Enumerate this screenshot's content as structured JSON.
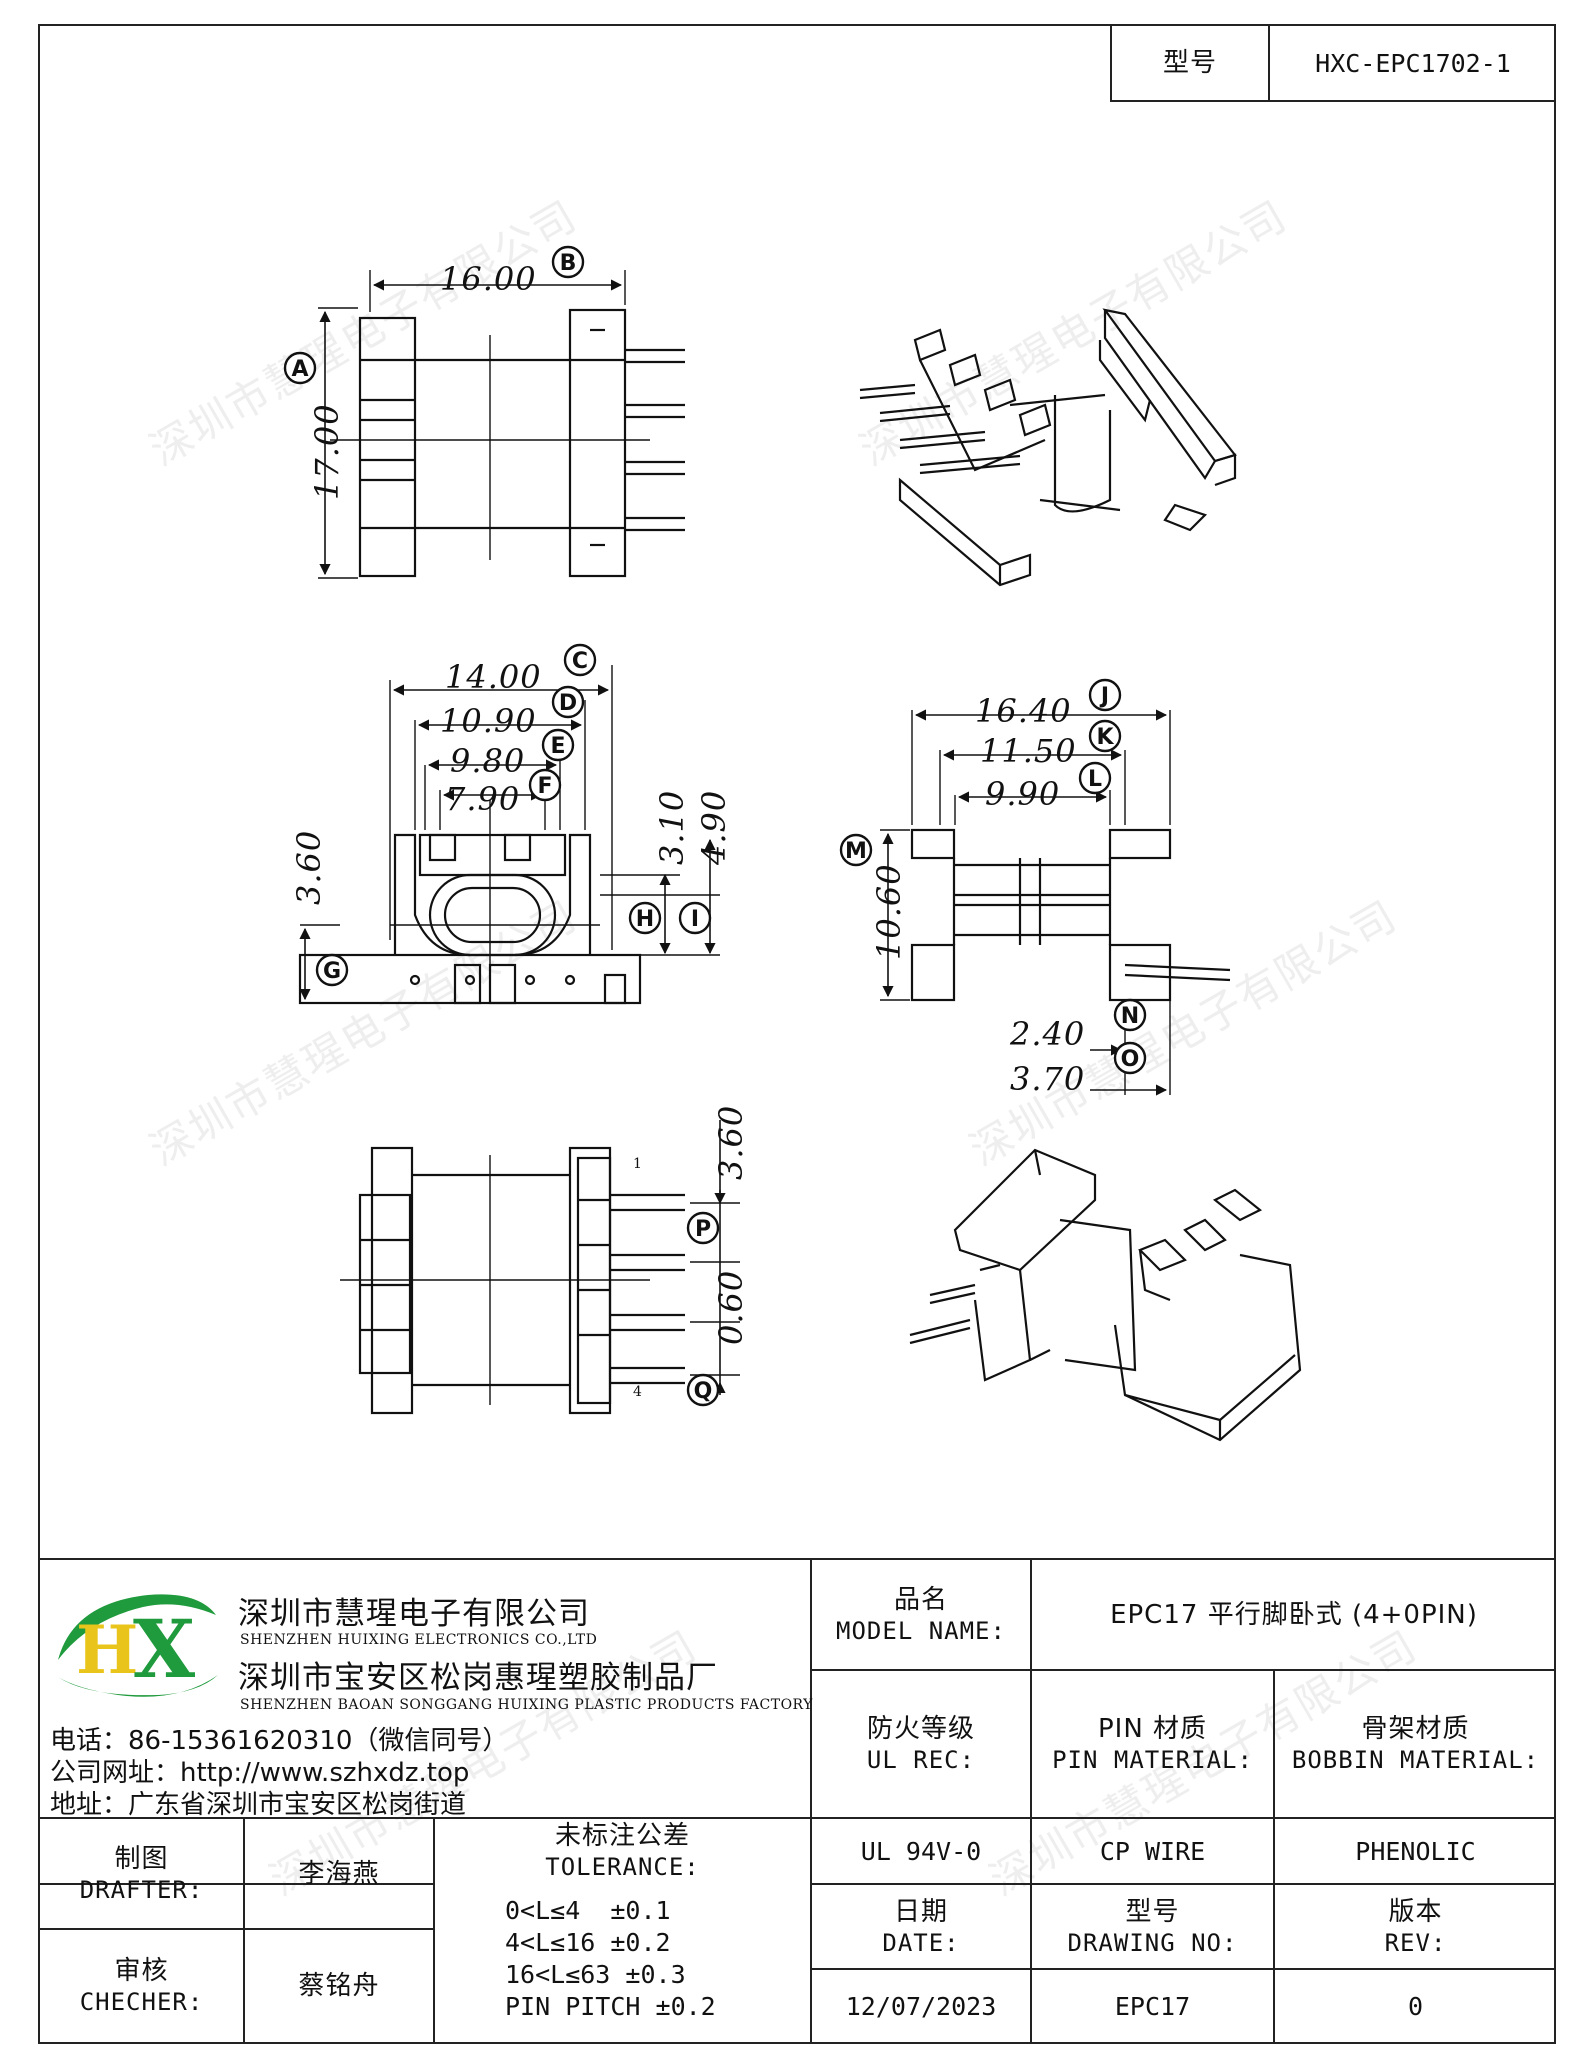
{
  "header": {
    "model_label": "型号",
    "model_value": "HXC-EPC1702-1"
  },
  "company": {
    "name_cn": "深圳市慧瑆电子有限公司",
    "name_en": "SHENZHEN HUIXING ELECTRONICS CO.,LTD",
    "factory_cn": "深圳市宝安区松岗惠瑆塑胶制品厂",
    "factory_en": "SHENZHEN BAOAN SONGGANG HUIXING PLASTIC PRODUCTS FACTORY",
    "phone": "电话：86-15361620310（微信同号）",
    "website": "公司网址：http://www.szhxdz.top",
    "address": "地址：广东省深圳市宝安区松岗街道",
    "logo_letters": "HX",
    "colors": {
      "logo_green": "#1f9a3c",
      "logo_yellow": "#e9c41a"
    }
  },
  "watermark": "深圳市慧瑆电子有限公司",
  "table": {
    "model_name_cn": "品名",
    "model_name_en": "MODEL NAME:",
    "model_name_value": "EPC17 平行脚卧式 (4+0PIN)",
    "ul_cn": "防火等级",
    "ul_en": "UL REC:",
    "pin_cn": "PIN 材质",
    "pin_en": "PIN MATERIAL:",
    "bobbin_cn": "骨架材质",
    "bobbin_en": "BOBBIN MATERIAL:",
    "ul_value": "UL 94V-0",
    "pin_value": "CP WIRE",
    "bobbin_value": "PHENOLIC",
    "date_cn": "日期",
    "date_en": "DATE:",
    "drawing_cn": "型号",
    "drawing_en": "DRAWING NO:",
    "rev_cn": "版本",
    "rev_en": "REV:",
    "date_value": "12/07/2023",
    "drawing_value": "EPC17",
    "rev_value": "0",
    "drafter_cn": "制图",
    "drafter_en": "DRAFTER:",
    "drafter_name": "李海燕",
    "checker_cn": "审核",
    "checker_en": "CHECHER:",
    "checker_name": "蔡铭舟",
    "tolerance_cn": "未标注公差",
    "tolerance_en": "TOLERANCE:",
    "tolerance_lines": [
      "0<L≤4  ±0.1",
      "4<L≤16 ±0.2",
      "16<L≤63 ±0.3",
      "PIN PITCH ±0.2"
    ]
  },
  "drawing": {
    "dims": {
      "A": "17.00",
      "B": "16.00",
      "C": "14.00",
      "D": "10.90",
      "E": "9.80",
      "F": "7.90",
      "G": "3.60",
      "H": "3.10",
      "I": "4.90",
      "J": "16.40",
      "K": "11.50",
      "L": "9.90",
      "M": "10.60",
      "N": "2.40",
      "O": "3.70",
      "P": "3.60",
      "Q": "0.60"
    },
    "labels": {
      "A": "A",
      "B": "B",
      "C": "C",
      "D": "D",
      "E": "E",
      "F": "F",
      "G": "G",
      "H": "H",
      "I": "I",
      "J": "J",
      "K": "K",
      "L": "L",
      "M": "M",
      "N": "N",
      "O": "O",
      "P": "P",
      "Q": "Q"
    },
    "pin_marks": {
      "first": "1",
      "last": "4"
    }
  }
}
